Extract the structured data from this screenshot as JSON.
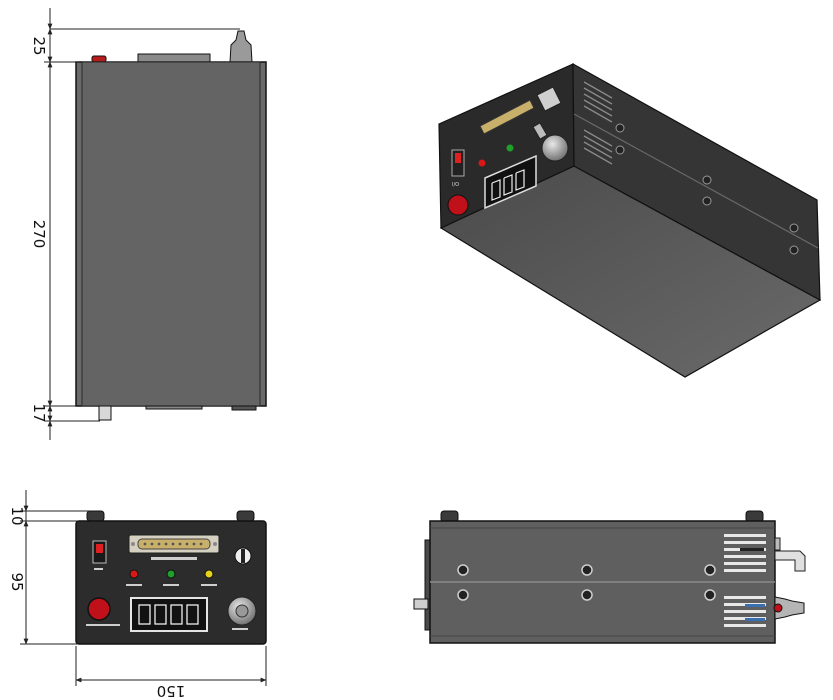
{
  "dimensions": {
    "top_offset": "25",
    "body_length": "270",
    "bottom_offset": "17",
    "front_offset": "10",
    "front_height": "95",
    "front_width": "150"
  },
  "colors": {
    "housing": "#5f5f5f",
    "housing_dark": "#3d3d3d",
    "panel": "#2c2c2c",
    "outline": "#111111",
    "red_button": "#c0101a",
    "led_red": "#d81818",
    "led_green": "#1ea02a",
    "led_yellow": "#e6d21a",
    "connector_gold": "#c9b06a",
    "dimension_line": "#222222"
  },
  "icons": {
    "power_switch": "rocker-switch-icon",
    "emergency_button": "red-push-button-icon",
    "key_switch": "key-switch-icon",
    "knob": "rotary-knob-icon"
  }
}
